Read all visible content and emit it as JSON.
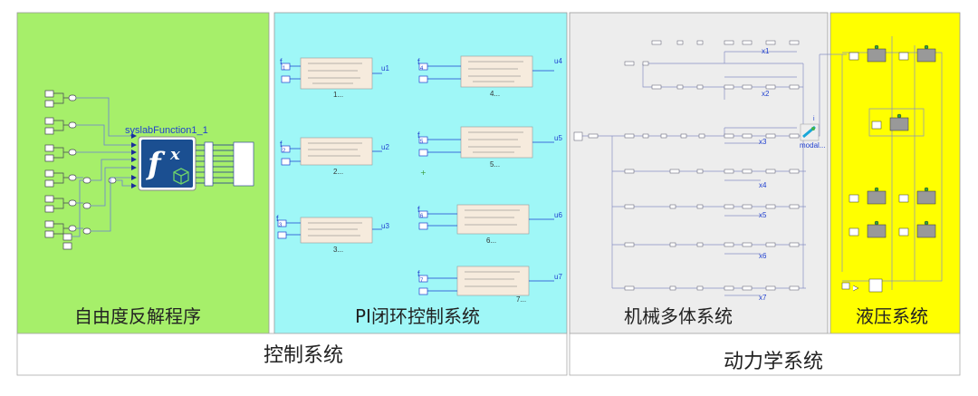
{
  "panels": {
    "inverse_solution": {
      "label": "自由度反解程序",
      "color": "#a6ef6a"
    },
    "pi_control": {
      "label": "PI闭环控制系统",
      "color": "#9ff7f7"
    },
    "multibody": {
      "label": "机械多体系统",
      "color": "#ededed"
    },
    "hydraulic": {
      "label": "液压系统",
      "color": "#ffff00"
    }
  },
  "bottom": {
    "control": "控制系统",
    "dynamics": "动力学系统"
  },
  "function_block": {
    "name": "syslabFunction1_1",
    "symbol": "f",
    "superscript": "x"
  },
  "pi_blocks": {
    "refs": [
      "1",
      "2",
      "3",
      "4",
      "5",
      "6",
      "7"
    ],
    "captions": [
      "1...",
      "2...",
      "3...",
      "4...",
      "5...",
      "6...",
      "7..."
    ],
    "outputs": [
      "u1",
      "u2",
      "u3",
      "u4",
      "u5",
      "u6",
      "u7"
    ]
  },
  "multibody": {
    "joint_labels": [
      "x1",
      "x2",
      "x3",
      "x4",
      "x5",
      "x6",
      "x7"
    ],
    "modal_label": "modal...",
    "i_label": "i"
  }
}
